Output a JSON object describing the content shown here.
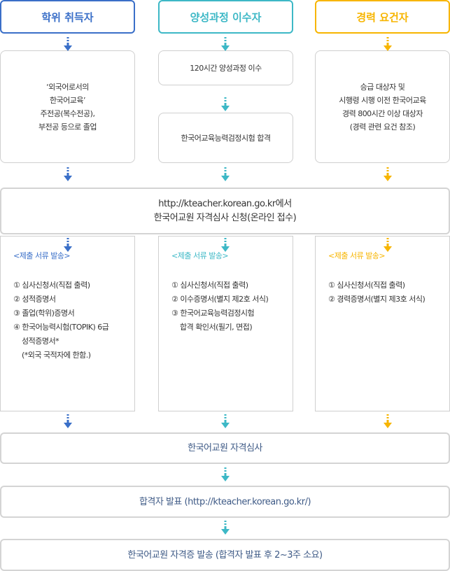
{
  "colors": {
    "blue": "#3a6fc8",
    "teal": "#3db8c6",
    "yellow": "#f7b500"
  },
  "headers": [
    "학위 취득자",
    "양성과정 이수자",
    "경력 요건자"
  ],
  "col1": {
    "lines": [
      "‘외국어로서의",
      "한국어교육’",
      "주전공(복수전공),",
      "부전공 등으로 졸업"
    ]
  },
  "col2": {
    "step1": "120시간 양성과정 이수",
    "step2": "한국어교육능력검정시험 합격"
  },
  "col3": {
    "lines": [
      "승급 대상자 및",
      "시행령 시행 이전 한국어교육",
      "경력 800시간 이상 대상자",
      "(경력 관련 요건 참조)"
    ]
  },
  "apply": {
    "line1": "http://kteacher.korean.go.kr에서",
    "line2": "한국어교원 자격심사 신청(온라인 접수)"
  },
  "docs": [
    {
      "title": "<제출 서류 발송>",
      "items": [
        "① 심사신청서(직접 출력)",
        "② 성적증명서",
        "③ 졸업(학위)증명서",
        "④ 한국어능력시험(TOPIK) 6급",
        "성적증명서*",
        "(*외국 국적자에 한함.)"
      ]
    },
    {
      "title": "<제출 서류 발송>",
      "items": [
        "① 심사신청서(직접 출력)",
        "② 이수증명서(별지 제2호 서식)",
        "③ 한국어교육능력검정시험",
        "합격 확인서(필기, 면접)"
      ]
    },
    {
      "title": "<제출 서류 발송>",
      "items": [
        "① 심사신청서(직접 출력)",
        "② 경력증명서(별지 제3호 서식)"
      ]
    }
  ],
  "flow": [
    "한국어교원 자격심사",
    "합격자 발표 (http://kteacher.korean.go.kr/)",
    "한국어교원 자격증 발송 (합격자 발표 후 2~3주 소요)"
  ]
}
